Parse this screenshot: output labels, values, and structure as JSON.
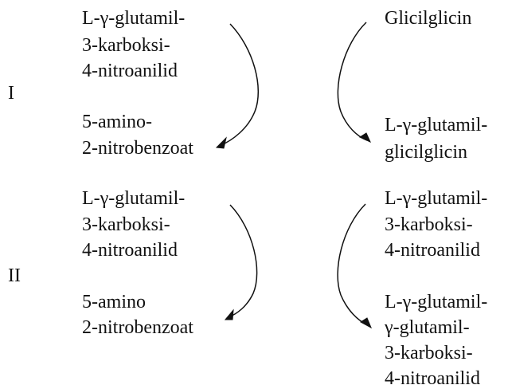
{
  "reactions": [
    {
      "label": "I",
      "left": {
        "substrate": [
          "L-γ-glutamil-",
          "3-karboksi-",
          "4-nitroanilid"
        ],
        "product": [
          "5-amino-",
          "2-nitrobenzoat"
        ]
      },
      "right": {
        "substrate": [
          "Glicilglicin"
        ],
        "product": [
          "L-γ-glutamil-",
          "glicilglicin"
        ]
      }
    },
    {
      "label": "II",
      "left": {
        "substrate": [
          "L-γ-glutamil-",
          "3-karboksi-",
          "4-nitroanilid"
        ],
        "product": [
          "5-amino",
          "2-nitrobenzoat"
        ]
      },
      "right": {
        "substrate": [
          "L-γ-glutamil-",
          "3-karboksi-",
          "4-nitroanilid"
        ],
        "product": [
          "L-γ-glutamil-",
          "γ-glutamil-",
          "3-karboksi-",
          "4-nitroanilid"
        ]
      }
    }
  ]
}
